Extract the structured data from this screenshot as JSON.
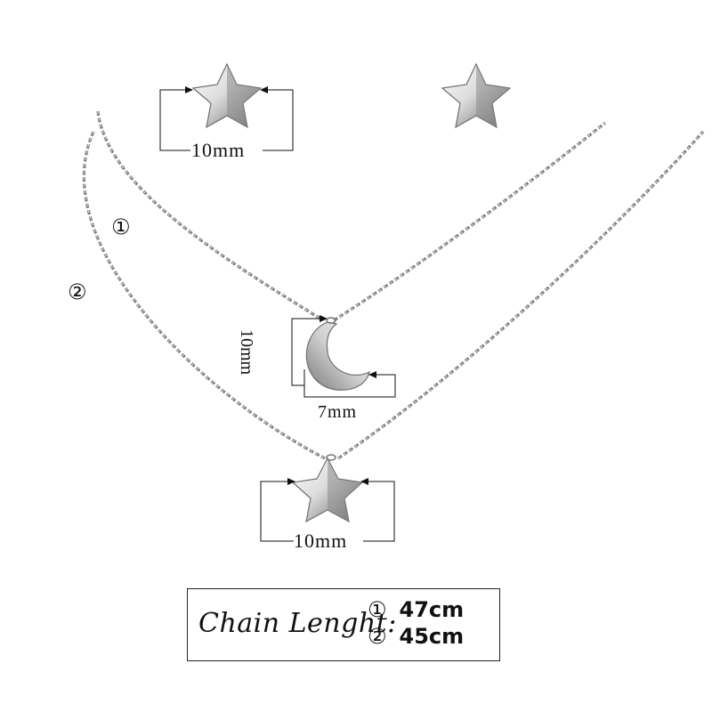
{
  "dimensions": {
    "earring_stud_width": "10mm",
    "moon_height": "10mm",
    "moon_width": "7mm",
    "star_pendant_width": "10mm"
  },
  "chain_markers": {
    "chain_1": "①",
    "chain_2": "②"
  },
  "legend": {
    "title": "Chain Lenght:",
    "rows": [
      {
        "marker": "①",
        "length": "47cm"
      },
      {
        "marker": "②",
        "length": "45cm"
      }
    ]
  },
  "colors": {
    "silver_light": "#f2f2f2",
    "silver_mid": "#c8c8c8",
    "silver_dark": "#6e6e6e",
    "line": "#111111"
  },
  "icons": [
    "star-stud-icon",
    "moon-pendant-icon",
    "star-pendant-icon",
    "dimension-arrow-icon"
  ]
}
